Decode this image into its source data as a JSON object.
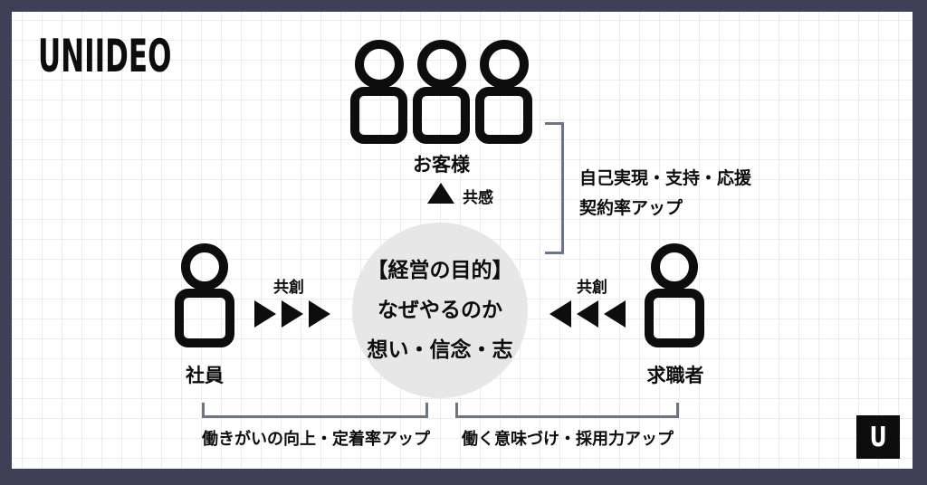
{
  "brand": {
    "logo_text": "UNIIDEO",
    "badge_letter": "U"
  },
  "colors": {
    "frame_border": "#3f4055",
    "grid_line": "#ececec",
    "bracket": "#6b7585",
    "core_circle_fill": "#e7e7e7",
    "ink": "#0d0d0d"
  },
  "diagram": {
    "core": {
      "lines": [
        "【経営の目的】",
        "なぜやるのか",
        "想い・信念・志"
      ]
    },
    "customers": {
      "label": "お客様",
      "relation": "共感",
      "outcome_lines": [
        "自己実現・支持・応援",
        "契約率アップ"
      ]
    },
    "employees": {
      "label": "社員",
      "relation": "共創",
      "outcome": "働きがいの向上・定着率アップ"
    },
    "jobseekers": {
      "label": "求職者",
      "relation": "共創",
      "outcome": "働く意味づけ・採用力アップ"
    }
  }
}
